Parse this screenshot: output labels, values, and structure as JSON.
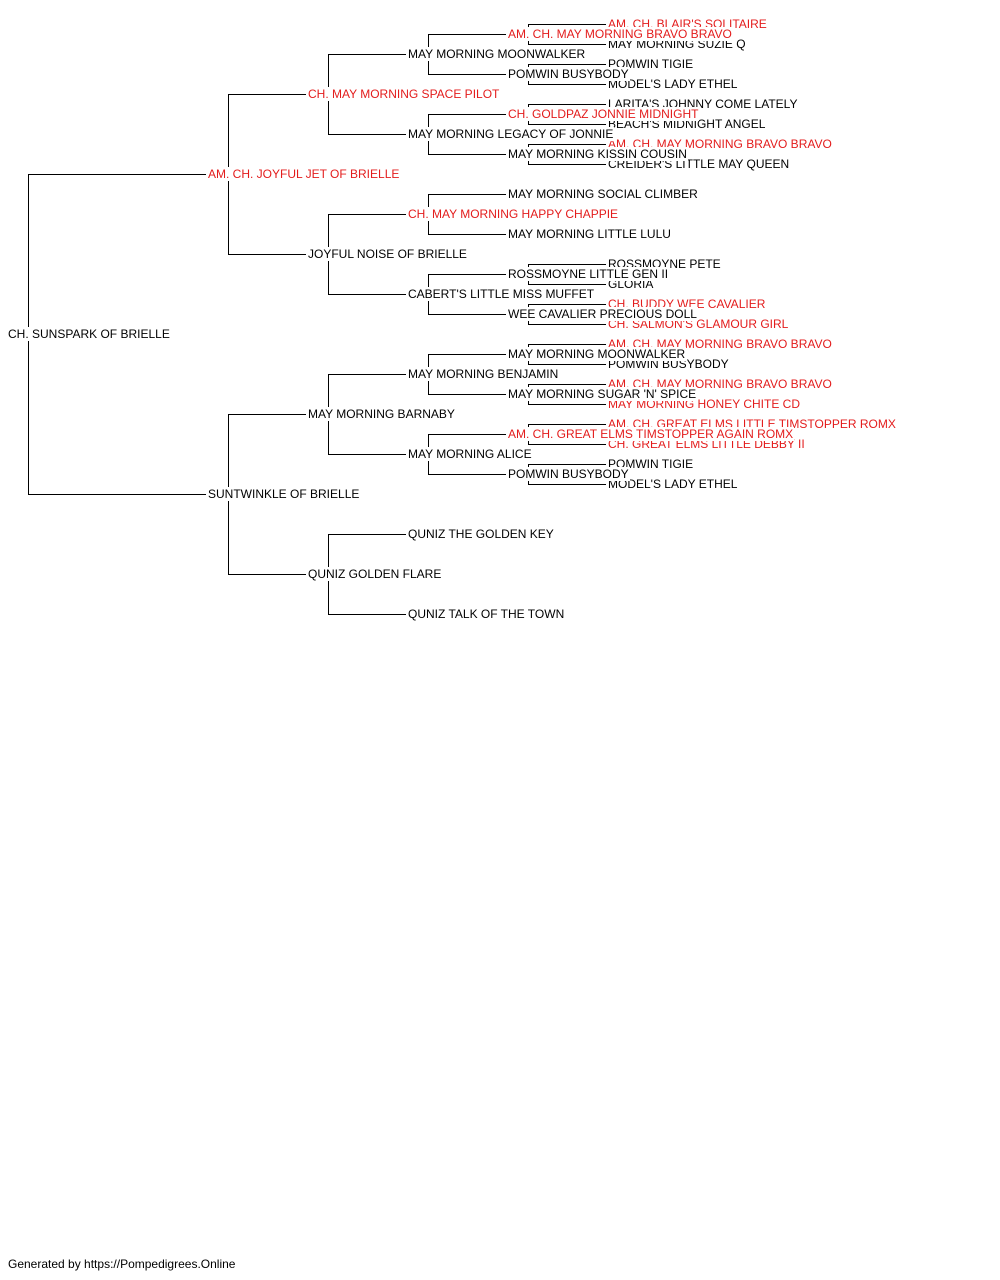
{
  "colors": {
    "champion": "#e31c1c",
    "regular": "#000000",
    "connector": "#000000"
  },
  "pedigree": {
    "name": "CH. SUNSPARK OF BRIELLE",
    "champion": false,
    "sire": {
      "name": "AM. CH. JOYFUL JET OF BRIELLE",
      "champion": true,
      "sire": {
        "name": "CH. MAY MORNING SPACE PILOT",
        "champion": true,
        "sire": {
          "name": "MAY MORNING MOONWALKER",
          "champion": false,
          "sire": {
            "name": "AM. CH. MAY MORNING BRAVO BRAVO",
            "champion": true,
            "sire": {
              "name": "AM. CH. BLAIR'S SOLITAIRE",
              "champion": true
            },
            "dam": {
              "name": "MAY MORNING SUZIE Q",
              "champion": false
            }
          },
          "dam": {
            "name": "POMWIN BUSYBODY",
            "champion": false,
            "sire": {
              "name": "POMWIN TIGIE",
              "champion": false
            },
            "dam": {
              "name": "MODEL'S LADY ETHEL",
              "champion": false
            }
          }
        },
        "dam": {
          "name": "MAY MORNING LEGACY OF JONNIE",
          "champion": false,
          "sire": {
            "name": "CH. GOLDPAZ JONNIE MIDNIGHT",
            "champion": true,
            "sire": {
              "name": "LARITA'S JOHNNY COME LATELY",
              "champion": false
            },
            "dam": {
              "name": "BEACH'S MIDNIGHT ANGEL",
              "champion": false
            }
          },
          "dam": {
            "name": "MAY MORNING KISSIN COUSIN",
            "champion": false,
            "sire": {
              "name": "AM. CH. MAY MORNING BRAVO BRAVO",
              "champion": true
            },
            "dam": {
              "name": "CREIDER'S LITTLE MAY QUEEN",
              "champion": false
            }
          }
        }
      },
      "dam": {
        "name": "JOYFUL NOISE OF BRIELLE",
        "champion": false,
        "sire": {
          "name": "CH. MAY MORNING HAPPY CHAPPIE",
          "champion": true,
          "sire": {
            "name": "MAY MORNING SOCIAL CLIMBER",
            "champion": false
          },
          "dam": {
            "name": "MAY MORNING LITTLE LULU",
            "champion": false
          }
        },
        "dam": {
          "name": "CABERT'S LITTLE MISS MUFFET",
          "champion": false,
          "sire": {
            "name": "ROSSMOYNE LITTLE GEN II",
            "champion": false,
            "sire": {
              "name": "ROSSMOYNE PETE",
              "champion": false
            },
            "dam": {
              "name": "GLORIA",
              "champion": false
            }
          },
          "dam": {
            "name": "WEE CAVALIER PRECIOUS DOLL",
            "champion": false,
            "sire": {
              "name": "CH. BUDDY WEE CAVALIER",
              "champion": true
            },
            "dam": {
              "name": "CH. SALMON'S GLAMOUR GIRL",
              "champion": true
            }
          }
        }
      }
    },
    "dam": {
      "name": "SUNTWINKLE OF BRIELLE",
      "champion": false,
      "sire": {
        "name": "MAY MORNING BARNABY",
        "champion": false,
        "sire": {
          "name": "MAY MORNING BENJAMIN",
          "champion": false,
          "sire": {
            "name": "MAY MORNING MOONWALKER",
            "champion": false,
            "sire": {
              "name": "AM. CH. MAY MORNING BRAVO BRAVO",
              "champion": true
            },
            "dam": {
              "name": "POMWIN BUSYBODY",
              "champion": false
            }
          },
          "dam": {
            "name": "MAY MORNING SUGAR 'N' SPICE",
            "champion": false,
            "sire": {
              "name": "AM. CH. MAY MORNING BRAVO BRAVO",
              "champion": true
            },
            "dam": {
              "name": "MAY MORNING HONEY CHITE CD",
              "champion": true
            }
          }
        },
        "dam": {
          "name": "MAY MORNING ALICE",
          "champion": false,
          "sire": {
            "name": "AM. CH. GREAT ELMS TIMSTOPPER AGAIN ROMX",
            "champion": true,
            "sire": {
              "name": "AM. CH. GREAT ELMS LITTLE TIMSTOPPER ROMX",
              "champion": true
            },
            "dam": {
              "name": "CH. GREAT ELMS LITTLE DEBBY II",
              "champion": true
            }
          },
          "dam": {
            "name": "POMWIN BUSYBODY",
            "champion": false,
            "sire": {
              "name": "POMWIN TIGIE",
              "champion": false
            },
            "dam": {
              "name": "MODEL'S LADY ETHEL",
              "champion": false
            }
          }
        }
      },
      "dam": {
        "name": "QUNIZ GOLDEN FLARE",
        "champion": false,
        "sire": {
          "name": "QUNIZ THE GOLDEN KEY",
          "champion": false
        },
        "dam": {
          "name": "QUNIZ TALK OF THE TOWN",
          "champion": false
        }
      }
    }
  },
  "footer": {
    "text": "Generated by https://Pompedigrees.Online"
  }
}
